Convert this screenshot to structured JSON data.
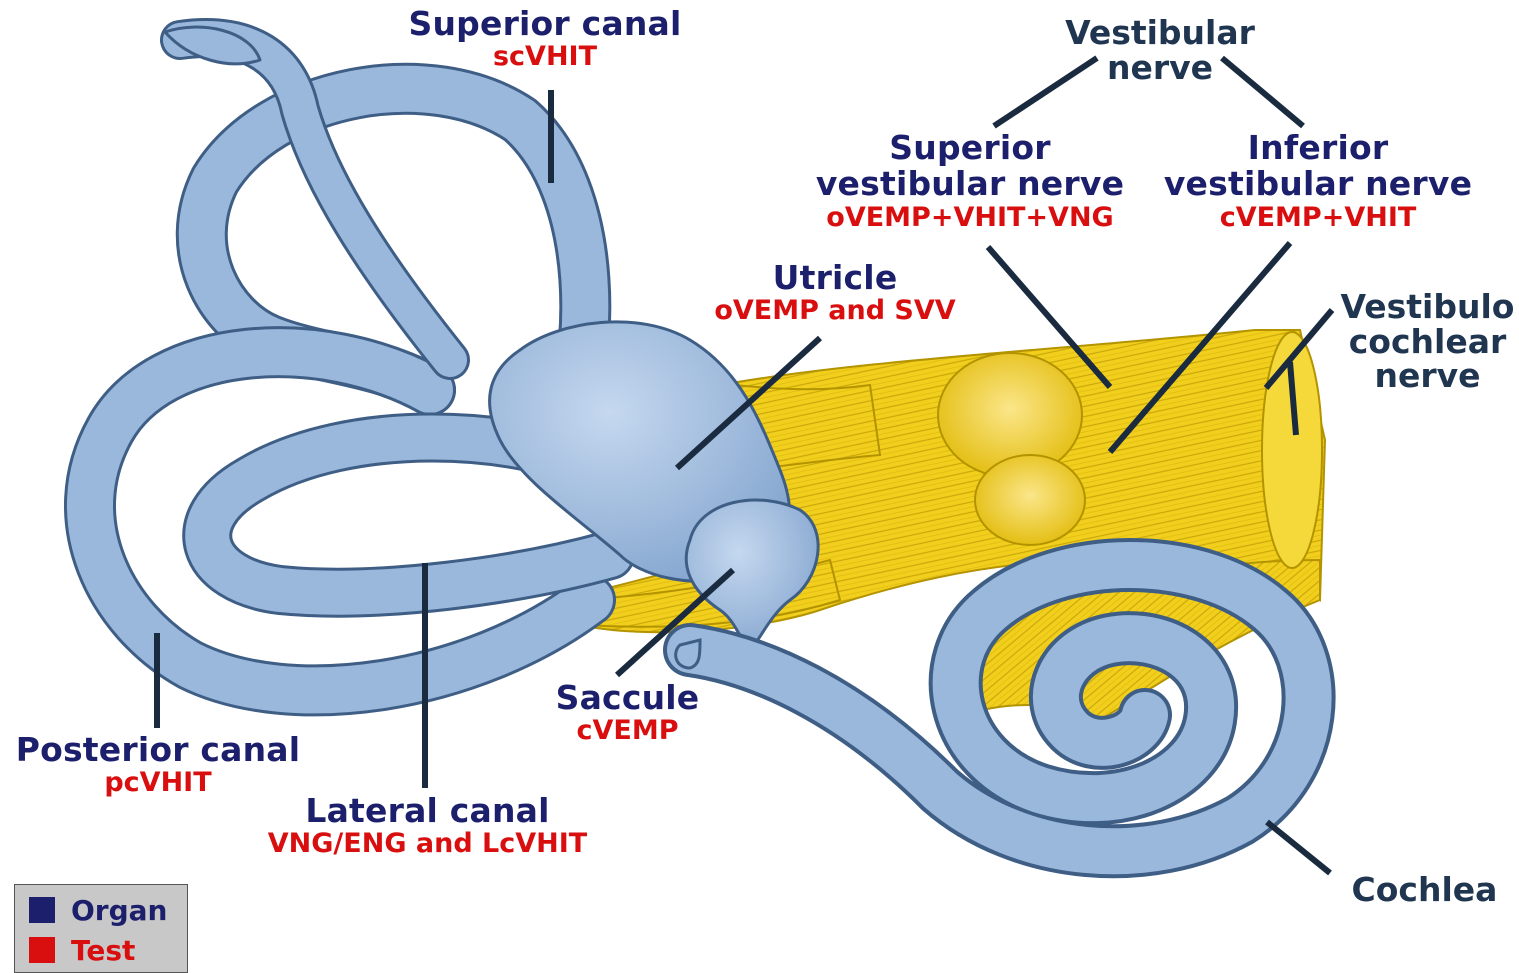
{
  "colors": {
    "organ": "#1c1f6b",
    "test": "#d90f0f",
    "nerve_label": "#1f3550",
    "leader": "#1a2b40",
    "bony_fill": "#9ab8dc",
    "bony_stroke": "#3f5e86",
    "nerve_fill": "#f2cf1c",
    "nerve_stroke": "#b39400"
  },
  "labels": {
    "superior_canal": {
      "organ": "Superior canal",
      "test": "scVHIT"
    },
    "posterior_canal": {
      "organ": "Posterior canal",
      "test": "pcVHIT"
    },
    "lateral_canal": {
      "organ": "Lateral canal",
      "test": "VNG/ENG and LcVHIT"
    },
    "utricle": {
      "organ": "Utricle",
      "test": "oVEMP and SVV"
    },
    "saccule": {
      "organ": "Saccule",
      "test": "cVEMP"
    },
    "vestibular_nerve": {
      "line1": "Vestibular",
      "line2": "nerve"
    },
    "superior_vestibular_nerve": {
      "line1": "Superior",
      "line2": "vestibular nerve",
      "test": "oVEMP+VHIT+VNG"
    },
    "inferior_vestibular_nerve": {
      "line1": "Inferior",
      "line2": "vestibular nerve",
      "test": "cVEMP+VHIT"
    },
    "vestibulocochlear_nerve": {
      "line1": "Vestibulo",
      "line2": "cochlear",
      "line3": "nerve"
    },
    "cochlea": {
      "organ": "Cochlea"
    }
  },
  "legend": {
    "items": [
      {
        "label": "Organ",
        "color": "#1c1f6b"
      },
      {
        "label": "Test",
        "color": "#d90f0f"
      }
    ]
  }
}
